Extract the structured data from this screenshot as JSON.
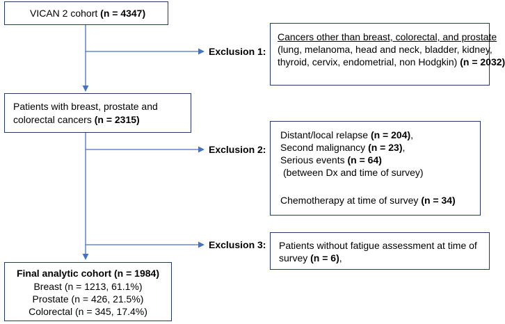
{
  "box_cohort": {
    "text": "VICAN 2 cohort ",
    "bold": "(n = 4347)"
  },
  "exclusion1": {
    "label": "Exclusion 1:",
    "title": "Cancers other than breast, colorectal, and prostate",
    "line2": "(lung, melanoma, head and neck, bladder, kidney,",
    "line3": "thyroid, cervix, endometrial, non Hodgkin) ",
    "line3_bold": "(n = 2032)"
  },
  "box_patients": {
    "line1": "Patients with breast, prostate and",
    "line2": "colorectal cancers ",
    "line2_bold": "(n = 2315)"
  },
  "exclusion2": {
    "label": "Exclusion 2:",
    "item1": "Distant/local relapse ",
    "item1_bold": "(n = 204)",
    "item1_tail": ",",
    "item2": "Second malignancy ",
    "item2_bold": "(n = 23)",
    "item2_tail": ",",
    "item3": "Serious events ",
    "item3_bold": "(n = 64)",
    "item3_note": "(between Dx and time of survey)",
    "item4": "Chemotherapy at time of survey ",
    "item4_bold": "(n = 34)"
  },
  "exclusion3": {
    "label": "Exclusion 3:",
    "line1": "Patients without fatigue assessment at time of",
    "line2": "survey ",
    "line2_bold": "(n = 6)",
    "line2_tail": ","
  },
  "box_final": {
    "title": "Final analytic cohort (n = 1984)",
    "breast": "Breast (n = 1213, 61.1%)",
    "prostate": "Prostate (n = 426, 21.5%)",
    "colorectal": "Colorectal (n = 345, 17.4%)"
  },
  "colors": {
    "border": "#1f3864",
    "arrow": "#4472c4"
  }
}
